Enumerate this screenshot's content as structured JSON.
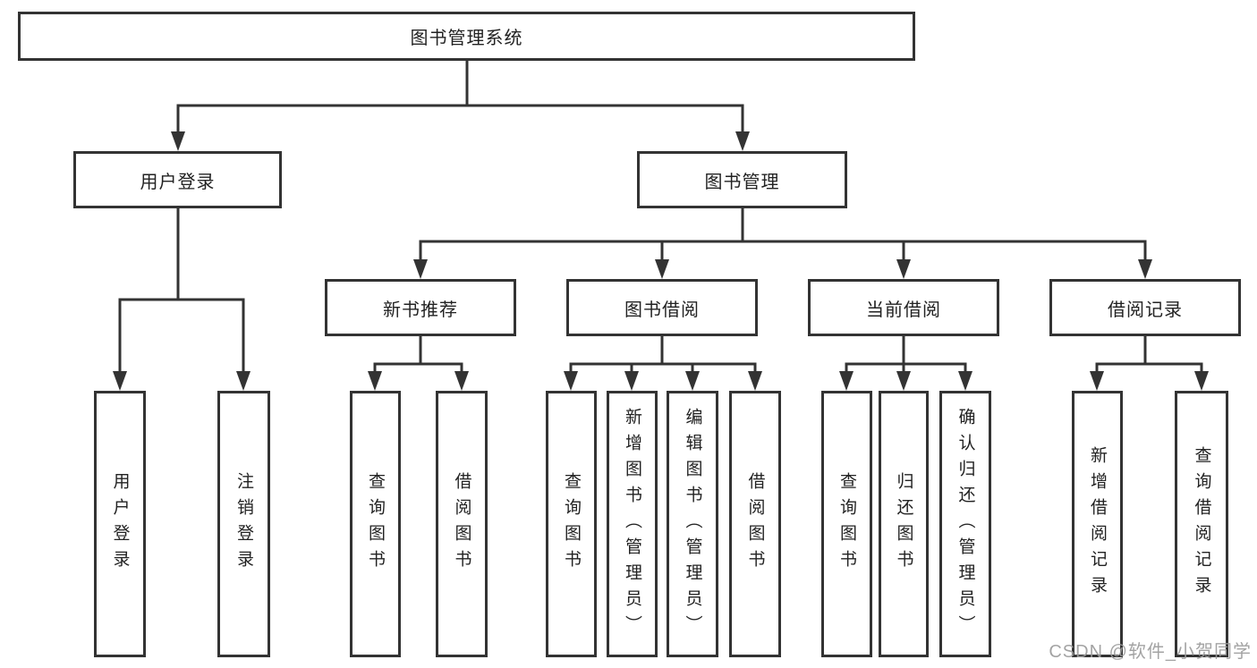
{
  "tree": {
    "label": "图书管理系统",
    "children": [
      {
        "label": "用户登录",
        "children": [
          {
            "label": "用户登录"
          },
          {
            "label": "注销登录"
          }
        ]
      },
      {
        "label": "图书管理",
        "children": [
          {
            "label": "新书推荐",
            "children": [
              {
                "label": "查询图书"
              },
              {
                "label": "借阅图书"
              }
            ]
          },
          {
            "label": "图书借阅",
            "children": [
              {
                "label": "查询图书"
              },
              {
                "label": "新增图书（管理员）"
              },
              {
                "label": "编辑图书（管理员）"
              },
              {
                "label": "借阅图书"
              }
            ]
          },
          {
            "label": "当前借阅",
            "children": [
              {
                "label": "查询图书"
              },
              {
                "label": "归还图书"
              },
              {
                "label": "确认归还（管理员）"
              }
            ]
          },
          {
            "label": "借阅记录",
            "children": [
              {
                "label": "新增借阅记录"
              },
              {
                "label": "查询借阅记录"
              }
            ]
          }
        ]
      }
    ]
  },
  "watermark": {
    "text": "CSDN @软件_小贺同学"
  },
  "colors": {
    "line": "#333333",
    "box_border": "#333333",
    "box_fill": "#ffffff",
    "text": "#222222",
    "watermark": "#9c9c9c"
  }
}
